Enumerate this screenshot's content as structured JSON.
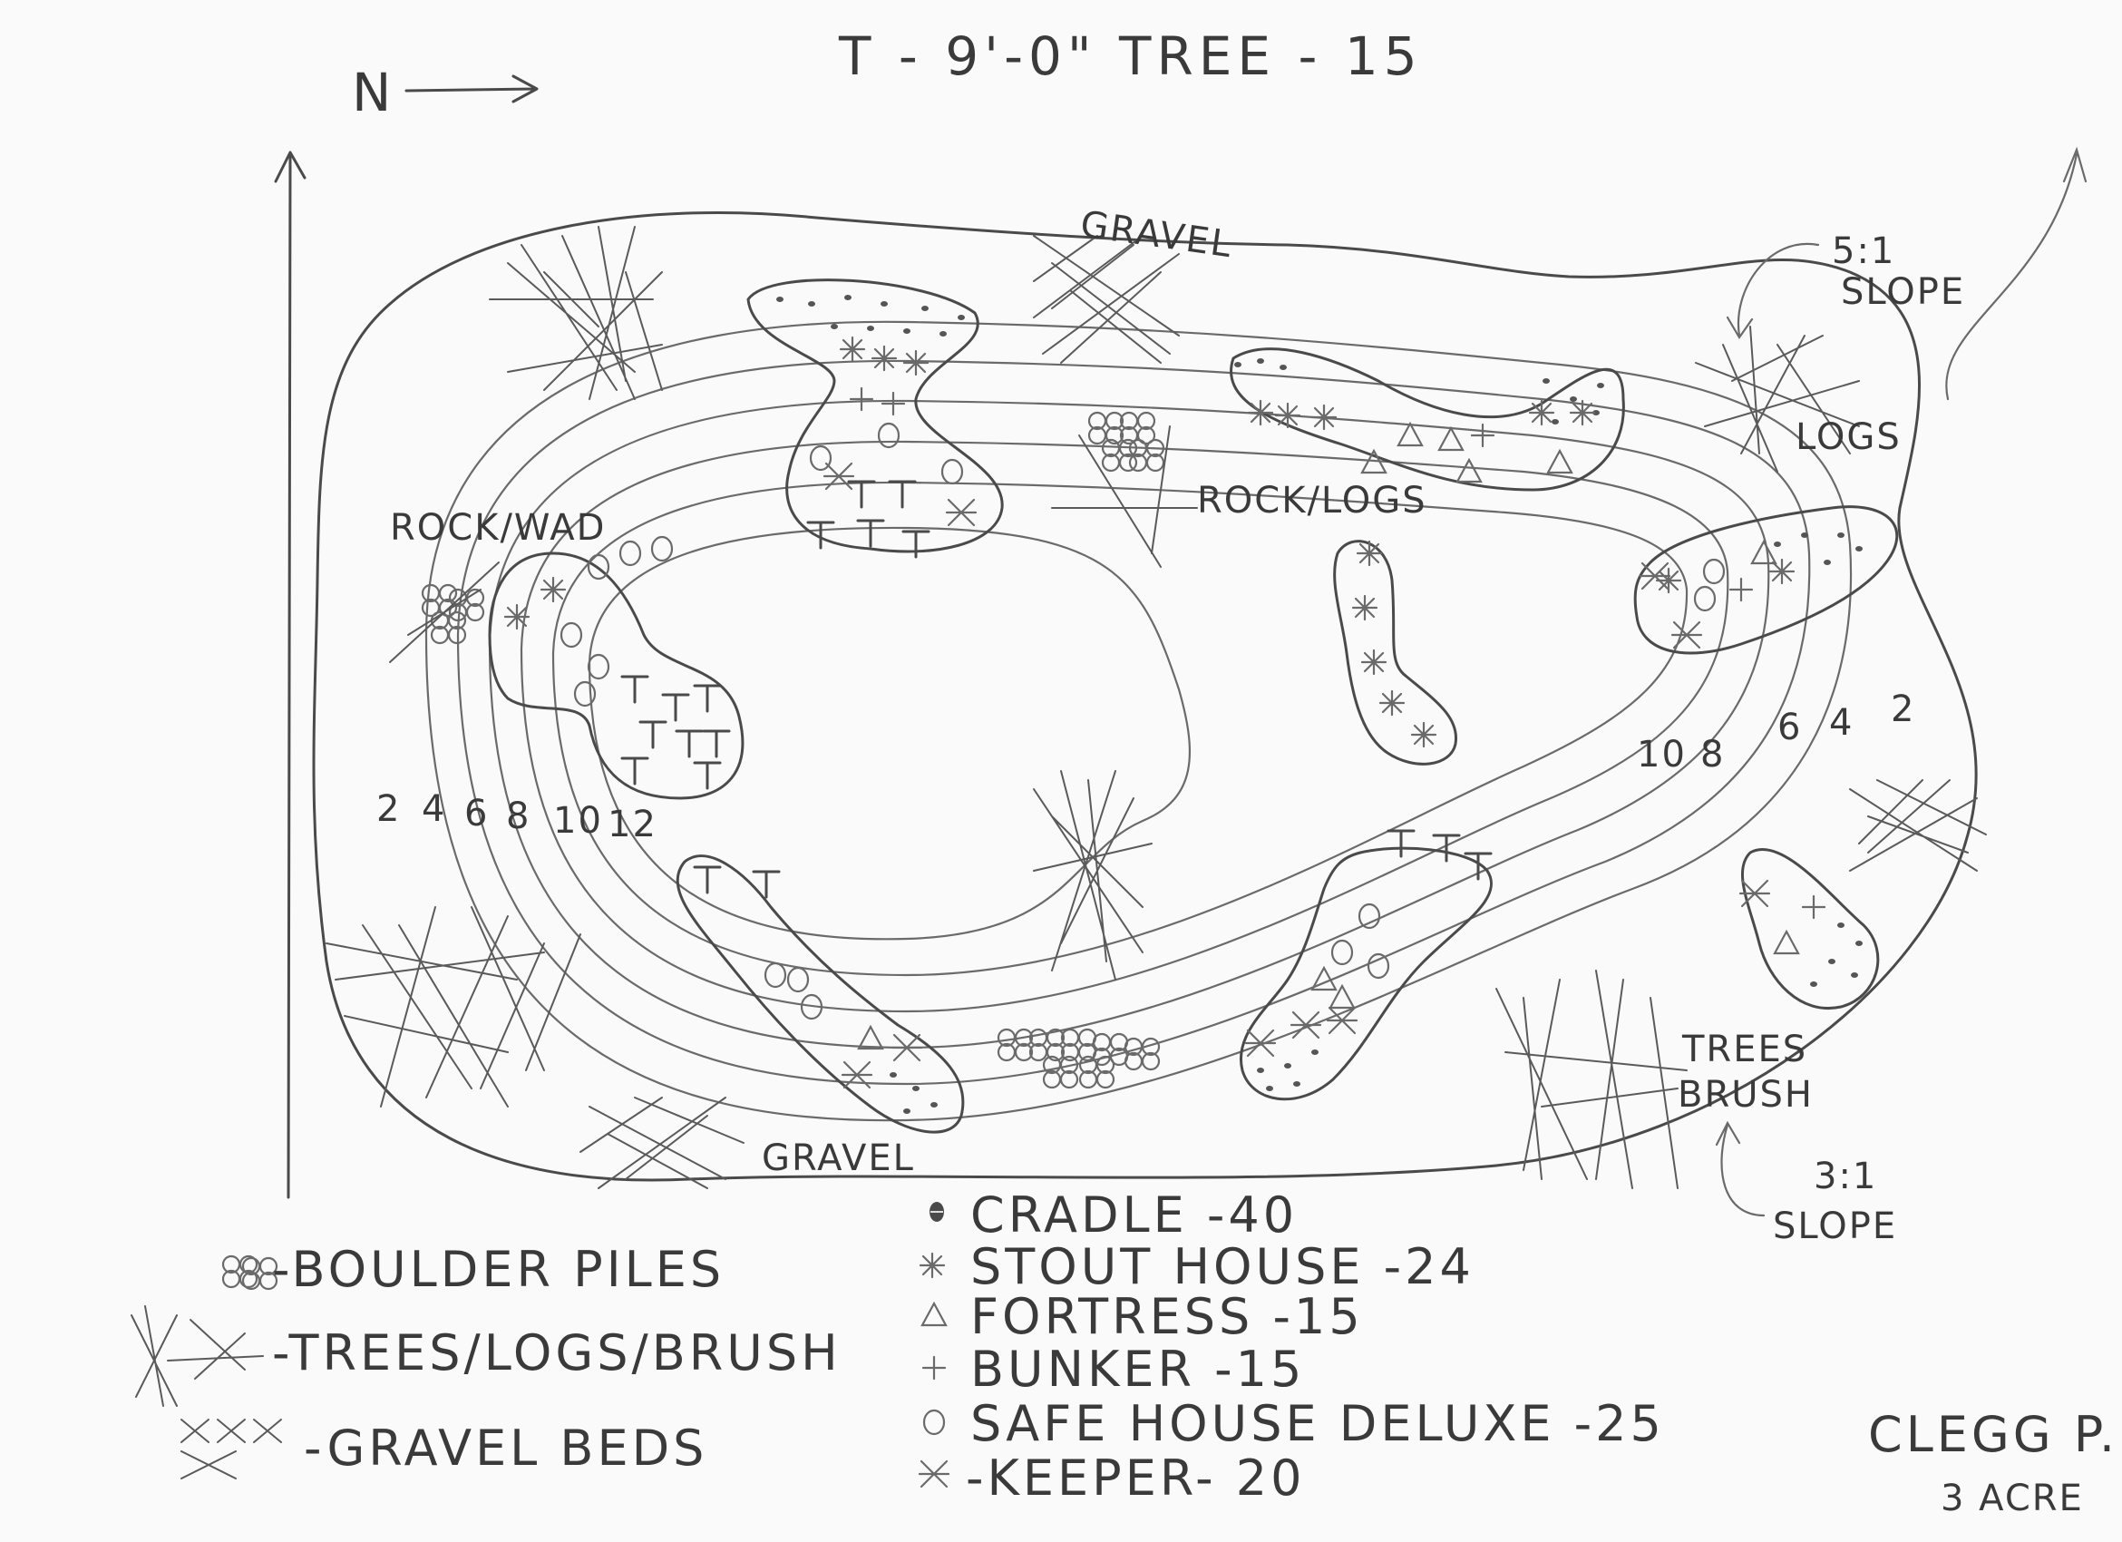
{
  "header": {
    "title": "T - 9'-0\" TREE - 15",
    "north": "N"
  },
  "labels": {
    "gravel_top": "GRAVEL",
    "gravel_bottom": "GRAVEL",
    "rock_logs": "ROCK/LOGS",
    "rock_wad": "ROCK/WAD",
    "logs": "LOGS",
    "slope_top_ratio": "5:1",
    "slope_top_word": "SLOPE",
    "slope_bottom_ratio": "3:1",
    "slope_bottom_word": "SLOPE",
    "trees_brush_1": "TREES",
    "trees_brush_2": "BRUSH"
  },
  "contours": {
    "left": [
      "2",
      "4",
      "6",
      "8",
      "10",
      "12"
    ],
    "right": [
      "10",
      "8",
      "6",
      "4",
      "2"
    ]
  },
  "legend_left": [
    {
      "icon": "boulder-piles-icon",
      "text": "-BOULDER PILES"
    },
    {
      "icon": "trees-logs-brush-icon",
      "text": "-TREES/LOGS/BRUSH"
    },
    {
      "icon": "gravel-beds-icon",
      "text": "-GRAVEL BEDS"
    }
  ],
  "legend_right": [
    {
      "icon": "cradle-icon",
      "text": "CRADLE -40"
    },
    {
      "icon": "stout-house-icon",
      "text": "STOUT HOUSE -24"
    },
    {
      "icon": "fortress-icon",
      "text": "FORTRESS -15"
    },
    {
      "icon": "bunker-icon",
      "text": "BUNKER -15"
    },
    {
      "icon": "safe-house-icon",
      "text": "SAFE HOUSE DELUXE -25"
    },
    {
      "icon": "keeper-icon",
      "text": "-KEEPER- 20"
    }
  ],
  "signature": {
    "name": "CLEGG P.",
    "area": "3 ACRE"
  }
}
